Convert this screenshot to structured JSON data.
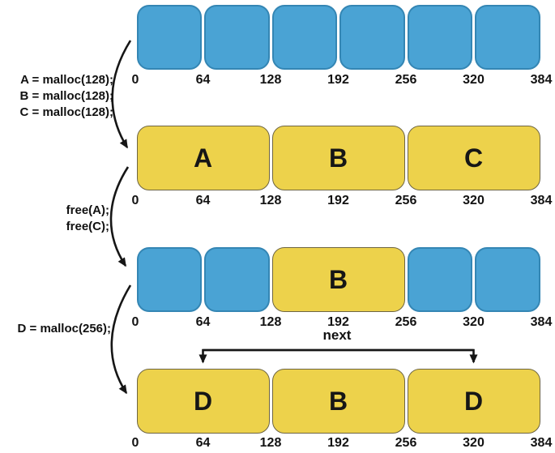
{
  "colors": {
    "free_block": "#4AA3D4",
    "free_block_border": "#3486B4",
    "allocated_block": "#EDD24B",
    "allocated_block_border": "#6E6542"
  },
  "memory_total_bytes": 384,
  "tick_labels": [
    "0",
    "64",
    "128",
    "192",
    "256",
    "320",
    "384"
  ],
  "annotations": [
    {
      "id": "malloc-abc",
      "lines": [
        "A = malloc(128);",
        "B = malloc(128);",
        "C = malloc(128);"
      ]
    },
    {
      "id": "free-ac",
      "lines": [
        "free(A);",
        "free(C);"
      ]
    },
    {
      "id": "malloc-d",
      "lines": [
        "D = malloc(256);"
      ]
    }
  ],
  "rows": [
    {
      "id": "initial-free-heap",
      "blocks": [
        {
          "start": 0,
          "end": 64,
          "state": "free",
          "label": ""
        },
        {
          "start": 64,
          "end": 128,
          "state": "free",
          "label": ""
        },
        {
          "start": 128,
          "end": 192,
          "state": "free",
          "label": ""
        },
        {
          "start": 192,
          "end": 256,
          "state": "free",
          "label": ""
        },
        {
          "start": 256,
          "end": 320,
          "state": "free",
          "label": ""
        },
        {
          "start": 320,
          "end": 384,
          "state": "free",
          "label": ""
        }
      ]
    },
    {
      "id": "after-malloc-abc",
      "blocks": [
        {
          "start": 0,
          "end": 128,
          "state": "allocated",
          "label": "A"
        },
        {
          "start": 128,
          "end": 256,
          "state": "allocated",
          "label": "B"
        },
        {
          "start": 256,
          "end": 384,
          "state": "allocated",
          "label": "C"
        }
      ]
    },
    {
      "id": "after-free-a-c",
      "blocks": [
        {
          "start": 0,
          "end": 64,
          "state": "free",
          "label": ""
        },
        {
          "start": 64,
          "end": 128,
          "state": "free",
          "label": ""
        },
        {
          "start": 128,
          "end": 256,
          "state": "allocated",
          "label": "B"
        },
        {
          "start": 256,
          "end": 320,
          "state": "free",
          "label": ""
        },
        {
          "start": 320,
          "end": 384,
          "state": "free",
          "label": ""
        }
      ]
    },
    {
      "id": "after-malloc-d",
      "blocks": [
        {
          "start": 0,
          "end": 128,
          "state": "allocated",
          "label": "D"
        },
        {
          "start": 128,
          "end": 256,
          "state": "allocated",
          "label": "B"
        },
        {
          "start": 256,
          "end": 384,
          "state": "allocated",
          "label": "D"
        }
      ]
    }
  ],
  "next_arrow": {
    "label": "next",
    "from_unit": 64,
    "to_unit": 320
  }
}
